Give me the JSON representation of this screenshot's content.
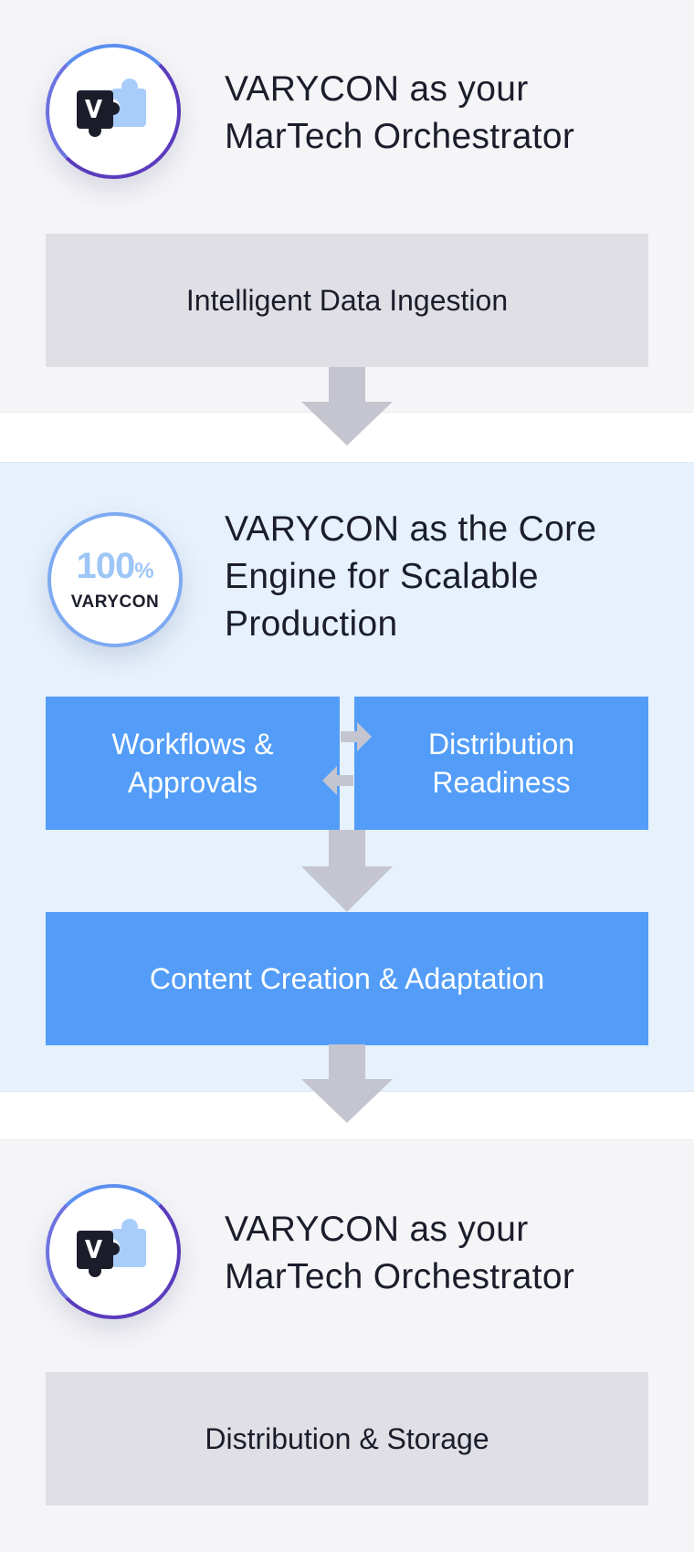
{
  "sections": {
    "top": {
      "heading": "VARYCON as your MarTech Orchestrator",
      "icon": "varycon-puzzle-icon",
      "box_label": "Intelligent Data Ingestion"
    },
    "core": {
      "heading": "VARYCON as the Core Engine for Scalable Production",
      "badge_percent": "100",
      "badge_percent_sign": "%",
      "badge_brand": "VARYCON",
      "left_box_label": "Workflows & Approvals",
      "right_box_label": "Distribution Readiness",
      "bottom_box_label": "Content Creation & Adaptation"
    },
    "bottom": {
      "heading": "VARYCON as your MarTech Orchestrator",
      "icon": "varycon-puzzle-icon",
      "box_label": "Distribution & Storage"
    }
  },
  "colors": {
    "gray_panel": "#f5f5f8",
    "blue_panel": "#e6f1fc",
    "gray_box": "#dfdfe5",
    "blue_box": "#539df8",
    "arrow": "#c4c5cf",
    "badge_ring_purple": "#5b3bbd",
    "badge_ring_blue": "#7eaaf2",
    "text_dark": "#1b1d2b"
  }
}
